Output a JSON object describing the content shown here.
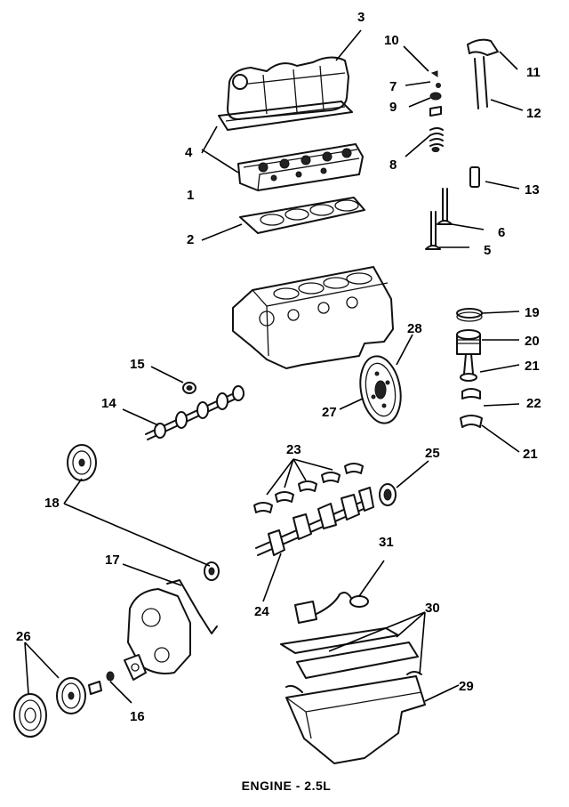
{
  "diagram": {
    "caption": "ENGINE - 2.5L",
    "callouts": [
      "1",
      "2",
      "3",
      "4",
      "5",
      "6",
      "7",
      "8",
      "9",
      "10",
      "11",
      "12",
      "13",
      "14",
      "15",
      "16",
      "17",
      "18",
      "19",
      "20",
      "21",
      "21",
      "22",
      "23",
      "24",
      "25",
      "26",
      "27",
      "28",
      "29",
      "30",
      "31"
    ]
  }
}
